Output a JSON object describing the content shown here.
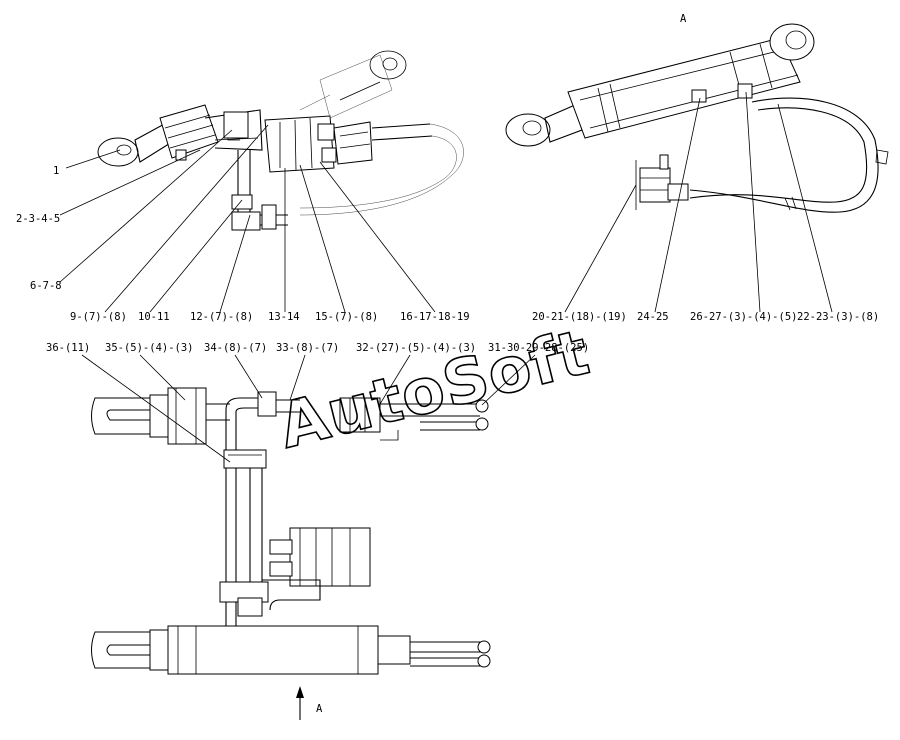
{
  "labels": {
    "view_a_top": "A",
    "view_a_arrow": "A",
    "l1": "1",
    "l2": "2-3-4-5",
    "l3": "6-7-8",
    "l4": "9-(7)-(8)",
    "l5": "10-11",
    "l6": "12-(7)-(8)",
    "l7": "13-14",
    "l8": "15-(7)-(8)",
    "l9": "16-17-18-19",
    "l10": "20-21-(18)-(19)",
    "l11": "24-25",
    "l12": "26-27-(3)-(4)-(5)",
    "l13": "22-23-(3)-(8)",
    "l14": "36-(11)",
    "l15": "35-(5)-(4)-(3)",
    "l16": "34-(8)-(7)",
    "l17": "33-(8)-(7)",
    "l18": "32-(27)-(5)-(4)-(3)",
    "l19": "31-30-29-28-(25)"
  },
  "watermark": "AutoSoft"
}
